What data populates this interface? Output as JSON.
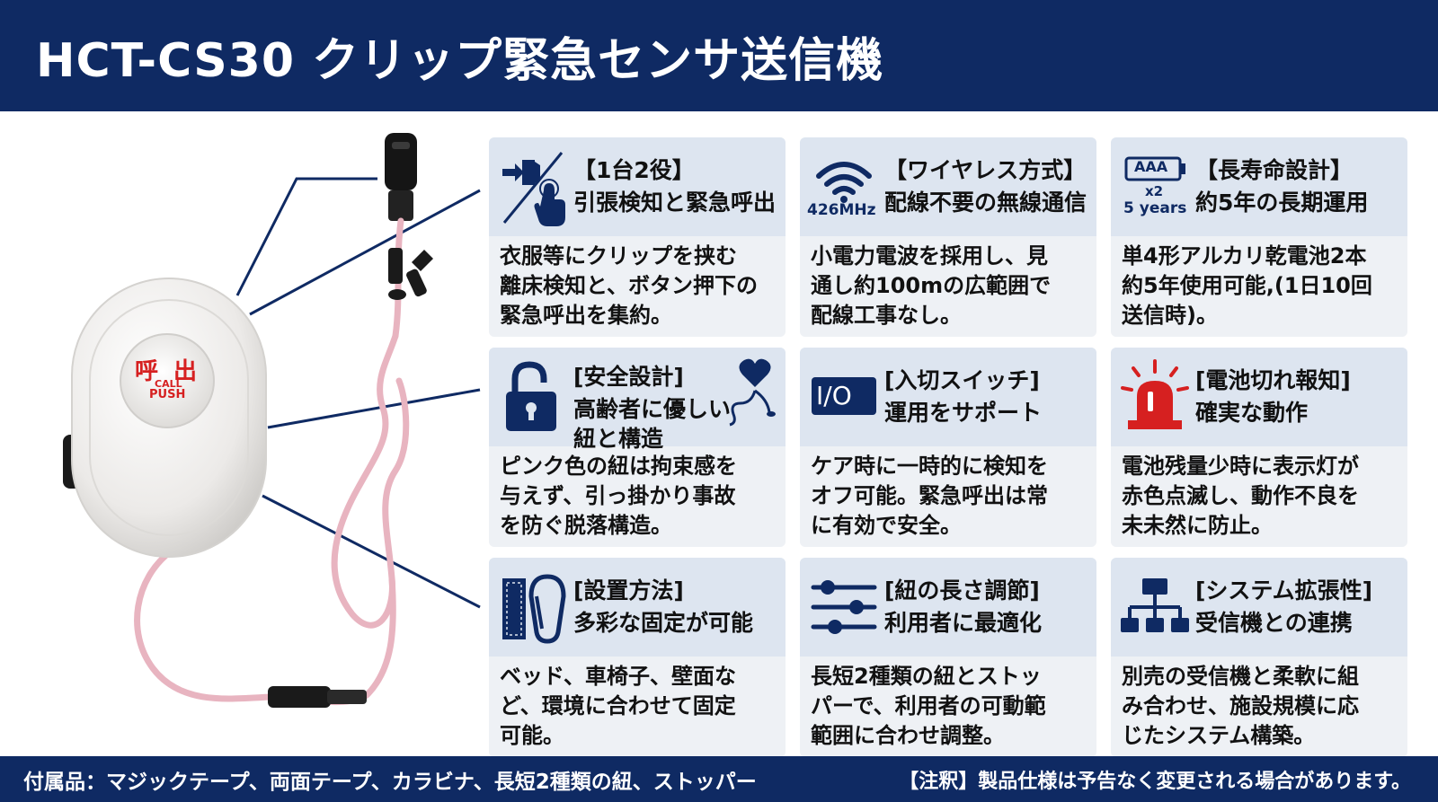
{
  "header": {
    "title": "HCT-CS30 クリップ緊急センサ送信機"
  },
  "device": {
    "button_text_jp": "呼 出",
    "button_text_call": "CALL",
    "button_text_push": "PUSH"
  },
  "colors": {
    "navy": "#0f2a63",
    "card_bg": "#eef1f5",
    "card_head_bg": "#dde5f0",
    "alert_red": "#d62020",
    "cord_pink": "#e8b4c0"
  },
  "cards": [
    {
      "icon": "pull-touch-icon",
      "tag": "【1台2役】",
      "sub": "引張検知と緊急呼出",
      "body": [
        "衣服等にクリップを挟む",
        "離床検知と、ボタン押下の",
        "緊急呼出を集約。"
      ]
    },
    {
      "icon": "wifi-icon",
      "icon_label": "426MHz",
      "tag": "【ワイヤレス方式】",
      "sub": "配線不要の無線通信",
      "body": [
        "小電力電波を採用し、見",
        "通し約100mの広範囲で",
        "配線工事なし。"
      ]
    },
    {
      "icon": "battery-icon",
      "icon_label_battery": "AAA",
      "icon_label_count": "x2",
      "icon_label_years": "5 years",
      "tag": "【長寿命設計】",
      "sub": "約5年の長期運用",
      "body": [
        "単4形アルカリ乾電池2本",
        "約5年使用可能,(1日10回",
        "送信時)。"
      ]
    },
    {
      "icon": "unlock-heart-icon",
      "tag": "[安全設計]",
      "sub": "高齢者に優しい",
      "sub2": "紐と構造",
      "body": [
        "ピンク色の紐は拘束感を",
        "与えず、引っ掛かり事故",
        "を防ぐ脱落構造。"
      ]
    },
    {
      "icon": "io-switch-icon",
      "icon_label": "I/O",
      "tag": "[入切スイッチ]",
      "sub": "運用をサポート",
      "body": [
        "ケア時に一時的に検知を",
        "オフ可能。緊急呼出は常",
        "に有効で安全。"
      ]
    },
    {
      "icon": "siren-icon",
      "tag": "[電池切れ報知]",
      "sub": "確実な動作",
      "body": [
        "電池残量少時に表示灯が",
        "赤色点滅し、動作不良を",
        "未未然に防止。"
      ]
    },
    {
      "icon": "velcro-carabiner-icon",
      "tag": "[設置方法]",
      "sub": "多彩な固定が可能",
      "body": [
        "ベッド、車椅子、壁面な",
        "ど、環境に合わせて固定",
        "可能。"
      ]
    },
    {
      "icon": "sliders-icon",
      "tag": "[紐の長さ調節]",
      "sub": "利用者に最適化",
      "body": [
        "長短2種類の紐とストッ",
        "パーで、利用者の可動範",
        "範囲に合わせ調整。"
      ]
    },
    {
      "icon": "network-icon",
      "tag": "[システム拡張性]",
      "sub": "受信機との連携",
      "body": [
        "別売の受信機と柔軟に組",
        "み合わせ、施設規模に応",
        "じたシステム構築。"
      ]
    }
  ],
  "footer": {
    "accessories": "付属品：マジックテープ、両面テープ、カラビナ、長短2種類の紐、ストッパー",
    "note": "【注釈】製品仕様は予告なく変更される場合があります。"
  }
}
